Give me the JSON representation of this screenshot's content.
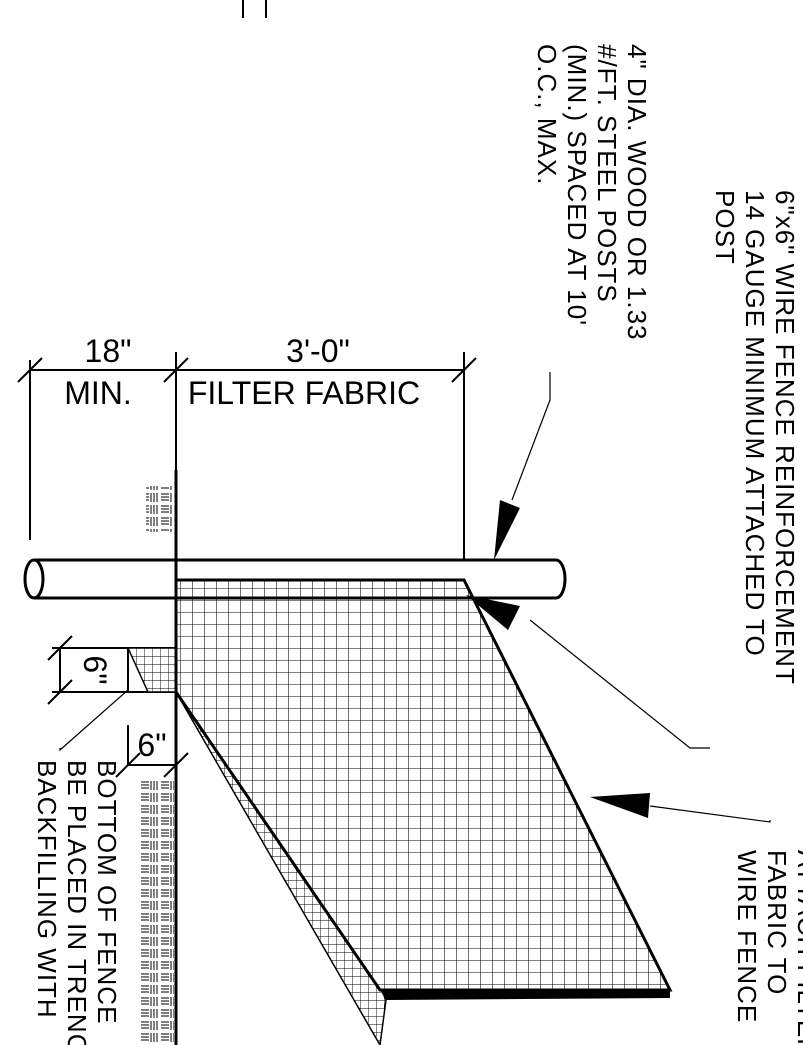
{
  "colors": {
    "ink": "#000000",
    "paper": "#ffffff"
  },
  "notes": {
    "posts": {
      "lines": [
        "4\" DIA. WOOD OR 1.33",
        "#/FT. STEEL POSTS",
        "(MIN.) SPACED AT 10'",
        "O.C., MAX."
      ]
    },
    "wire": {
      "lines": [
        "6\"x6\" WIRE FENCE REINFORCEMENT",
        "14 GAUGE MINIMUM ATTACHED TO",
        "POST"
      ]
    },
    "attach": {
      "lines": [
        "ATTACH FILTER",
        "FABRIC TO",
        "WIRE FENCE"
      ]
    },
    "bottom": {
      "lines": [
        "BOTTOM OF FENCE",
        "BE PLACED IN TRENCH",
        "BACKFILLING WITH"
      ]
    }
  },
  "dimensions": {
    "min18": {
      "value": "18\"",
      "label": "MIN."
    },
    "fabric": {
      "value": "3'-0\"",
      "label": "FILTER FABRIC"
    },
    "trench_depth": {
      "value": "6\""
    },
    "trench_width": {
      "value": "6\""
    }
  },
  "icons": [
    "wire-mesh",
    "post",
    "ground-hatch",
    "leader-arrow"
  ]
}
